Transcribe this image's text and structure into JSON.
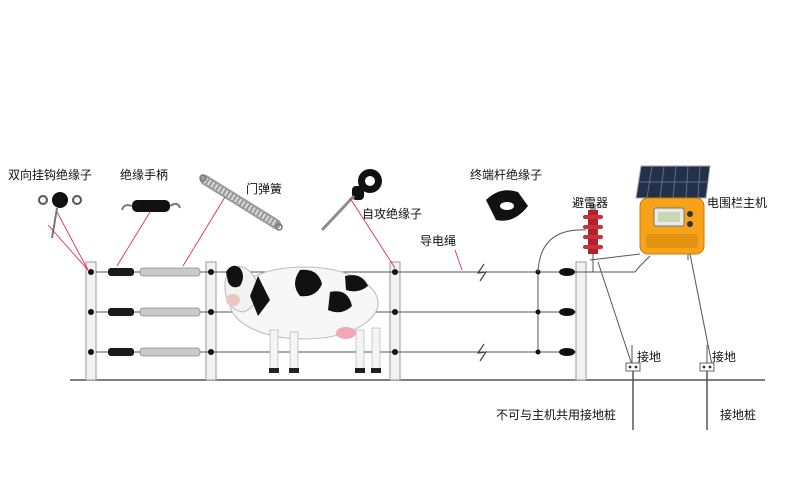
{
  "labels": {
    "double_hook_insulator": "双向挂钩绝缘子",
    "gate_handle": "绝缘手柄",
    "gate_spring": "门弹簧",
    "screw_insulator": "自攻绝缘子",
    "end_post_insulator": "终端杆绝缘子",
    "lightning_arrester": "避雷器",
    "energizer": "电围栏主机",
    "conductor_wire": "导电绳",
    "ground_left": "接地",
    "ground_right": "接地",
    "ground_rod_not_shared": "不可与主机共用接地桩",
    "ground_rod": "接地桩"
  },
  "colors": {
    "pointer": "#e8174b",
    "wire": "#444444",
    "post": "#eeeeee",
    "energizer_body": "#f6a21a",
    "arrester": "#b2202a",
    "ground": "#555555"
  },
  "icons": {
    "energizer_screen": "lcd-display-icon",
    "solar_panel": "solar-panel-icon",
    "spark": "lightning-icon",
    "animal": "cow-icon"
  }
}
